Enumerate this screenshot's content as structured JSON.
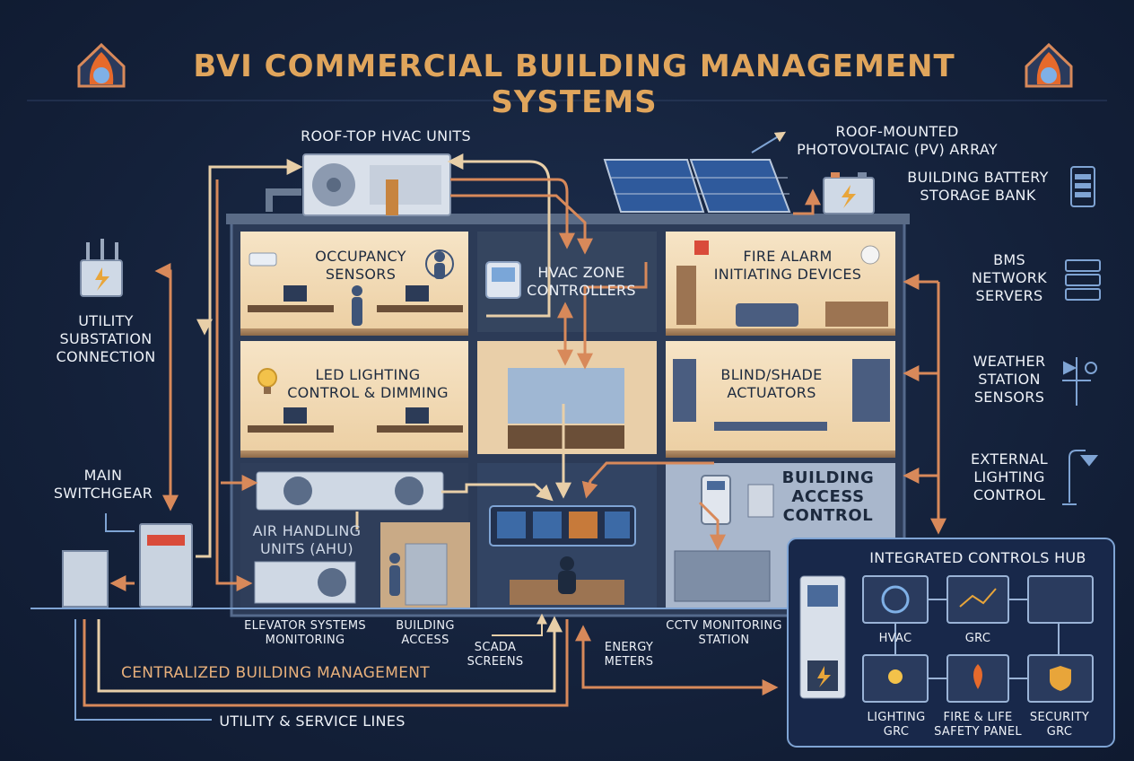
{
  "title": "BVI COMMERCIAL BUILDING MANAGEMENT SYSTEMS",
  "labels": {
    "rooftop_hvac": "ROOF-TOP HVAC UNITS",
    "pv_array": "ROOF-MOUNTED\nPHOTOVOLTAIC (PV) ARRAY",
    "battery": "BUILDING BATTERY\nSTORAGE BANK",
    "utility_substation": "UTILITY\nSUBSTATION\nCONNECTION",
    "main_switchgear": "MAIN\nSWITCHGEAR",
    "occupancy": "OCCUPANCY\nSENSORS",
    "hvac_zone": "HVAC ZONE\nCONTROLLERS",
    "fire_alarm": "FIRE ALARM\nINITIATING DEVICES",
    "led_lighting": "LED LIGHTING\nCONTROL & DIMMING",
    "blind_shade": "BLIND/SHADE\nACTUATORS",
    "bms_servers": "BMS\nNETWORK\nSERVERS",
    "weather": "WEATHER\nSTATION\nSENSORS",
    "external_lighting": "EXTERNAL\nLIGHTING\nCONTROL",
    "access_control": "BUILDING\nACCESS\nCONTROL",
    "ahu": "AIR HANDLING\nUNITS (AHU)",
    "elevator": "ELEVATOR SYSTEMS\nMONITORING",
    "building_access": "BUILDING\nACCESS",
    "scada": "SCADA\nSCREENS",
    "energy_meters": "ENERGY\nMETERS",
    "cctv": "CCTV MONITORING\nSTATION",
    "centralized": "CENTRALIZED BUILDING MANAGEMENT",
    "utility_lines": "UTILITY & SERVICE LINES"
  },
  "hub": {
    "title": "INTEGRATED CONTROLS HUB",
    "panels": {
      "hvac": "HVAC",
      "grc": "GRC",
      "lighting": "LIGHTING\nGRC",
      "fire": "FIRE & LIFE\nSAFETY PANEL",
      "security": "SECURITY\nGRC"
    }
  },
  "colors": {
    "background": "#15223b",
    "title": "#e0a55c",
    "flow_tan": "#e8cfa8",
    "flow_orange": "#d8895a",
    "room_warm": "#f3dfbf",
    "hub_border": "#7fa4d4"
  },
  "icons": [
    "flame-snowflake-house-icon",
    "transformer-icon",
    "battery-icon",
    "server-rack-icon",
    "weather-vane-icon",
    "street-lamp-icon",
    "solar-panel-icon",
    "rooftop-hvac-icon"
  ]
}
